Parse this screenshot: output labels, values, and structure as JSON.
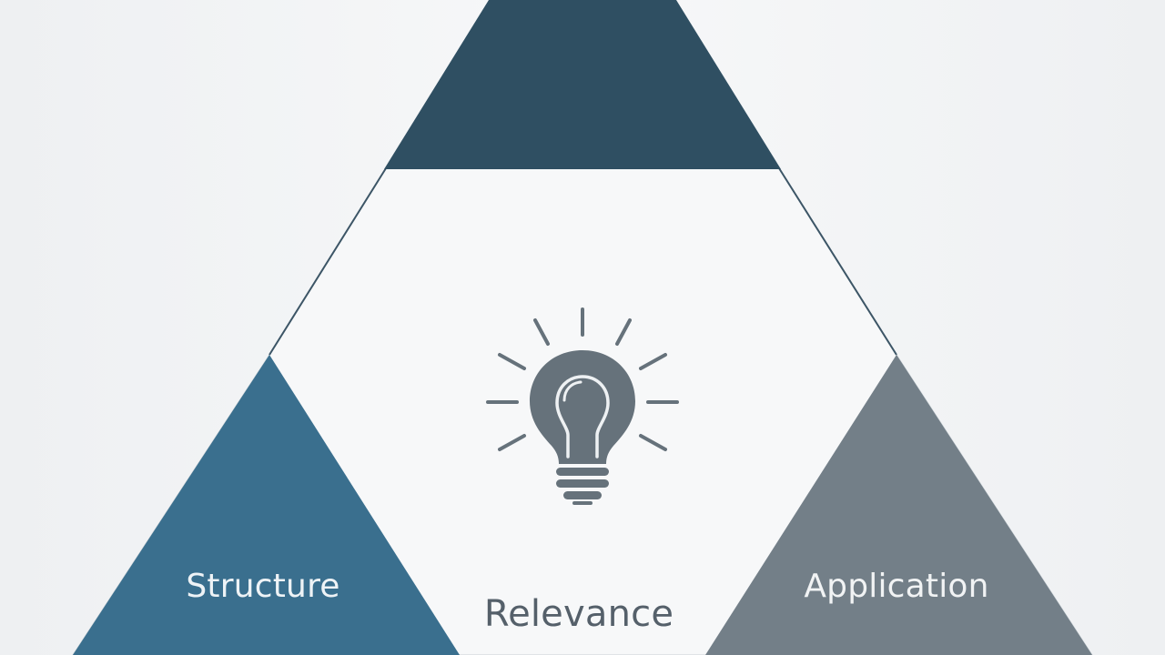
{
  "diagram": {
    "segments": [
      {
        "id": "top",
        "label": "",
        "color": "#2f4f62"
      },
      {
        "id": "left",
        "label": "Structure",
        "color": "#3a6f8e",
        "text_color": "#eef3f6"
      },
      {
        "id": "right",
        "label": "Application",
        "color": "#737f88",
        "text_color": "#f1f3f4"
      }
    ],
    "center": {
      "label": "Relevance",
      "icon": "lightbulb-icon",
      "fill_color": "#f7f8f9",
      "text_color": "#55606a",
      "icon_color": "#66727b"
    },
    "background_color": "#f3f4f5"
  }
}
